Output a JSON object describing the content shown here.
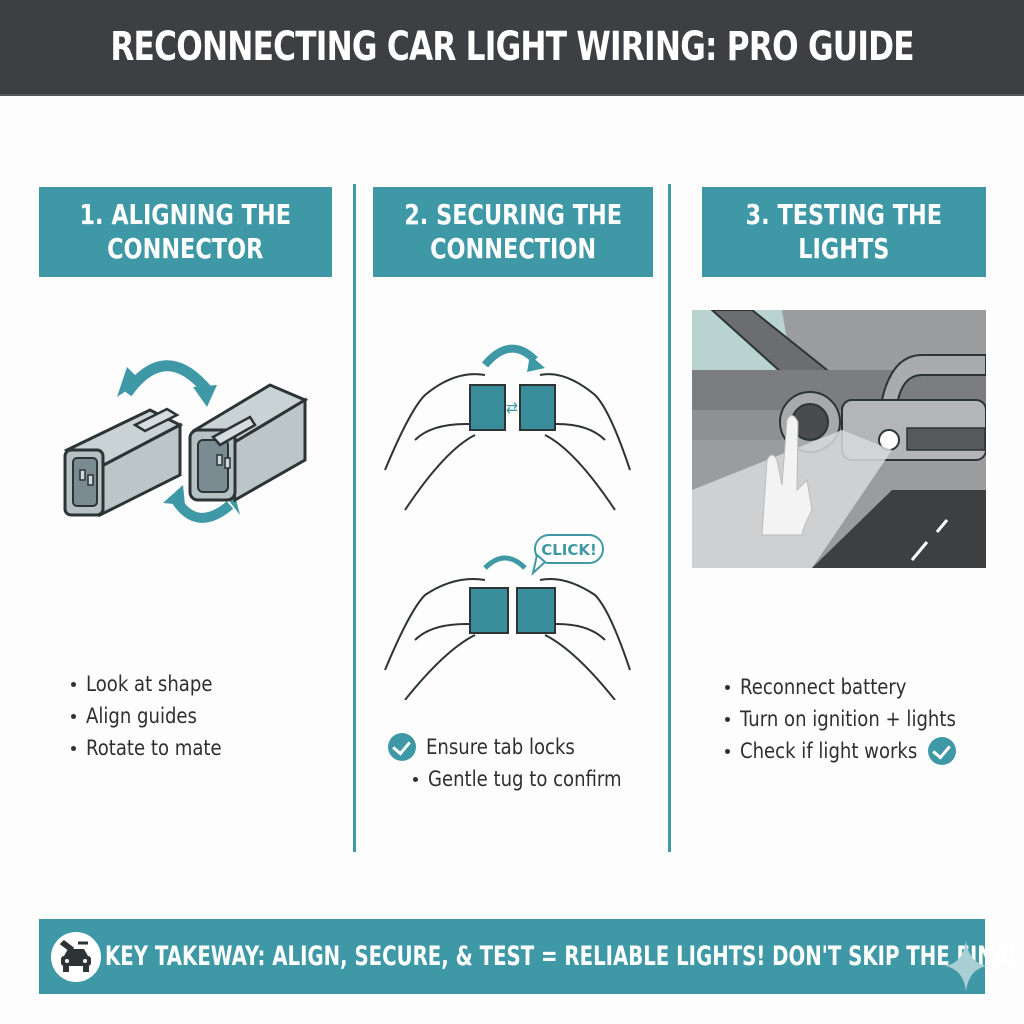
{
  "header": {
    "title": "RECONNECTING CAR LIGHT WIRING: PRO GUIDE"
  },
  "colors": {
    "accent": "#3f98a6",
    "header_bg": "#3e3f43",
    "text": "#2e2f31"
  },
  "steps": [
    {
      "title": "1. ALIGNING THE\nCONNECTOR",
      "illustration": "two-connectors-rotate-arrows",
      "bullets": [
        "Look at shape",
        "Align guides",
        "Rotate to mate"
      ]
    },
    {
      "title": "2. SECURING THE\nCONNECTION",
      "illustration": "hands-pushing-connectors",
      "click_label": "CLICK!",
      "bullets": [
        {
          "text": "Ensure tab locks",
          "icon": "check-icon"
        },
        {
          "text": "Gentle tug to confirm"
        }
      ]
    },
    {
      "title": "3. TESTING THE\nLIGHTS",
      "illustration": "car-dashboard-finger-pressing-button",
      "bullets": [
        {
          "text": "Reconnect battery"
        },
        {
          "text": "Turn on ignition + lights"
        },
        {
          "text": "Check if light works",
          "icon": "check-icon"
        }
      ]
    }
  ],
  "takeaway": {
    "icon": "car-wrench-icon",
    "text": "KEY TAKEWAY: ALIGN, SECURE, & TEST = RELIABLE LIGHTS! DON'T SKIP THE FINAL CHECK!"
  }
}
